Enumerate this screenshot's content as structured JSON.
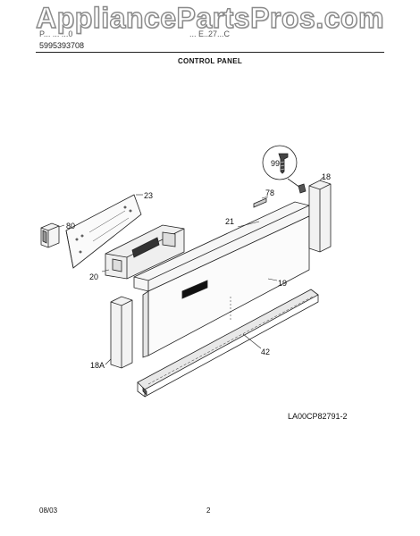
{
  "watermark": "AppliancePartsPros.com",
  "header": {
    "left_line_1": "P... ... ...0",
    "left_line_2": "5995393708",
    "right_line": "... E..27...C",
    "section_title": "CONTROL PANEL"
  },
  "callouts": {
    "c18": "18",
    "c18a": "18A",
    "c19": "19",
    "c20": "20",
    "c21": "21",
    "c23": "23",
    "c42": "42",
    "c78": "78",
    "c80": "80",
    "c99": "99"
  },
  "diagram_code": "LA00CP82791-2",
  "footer": {
    "date": "08/03",
    "page": "2"
  }
}
